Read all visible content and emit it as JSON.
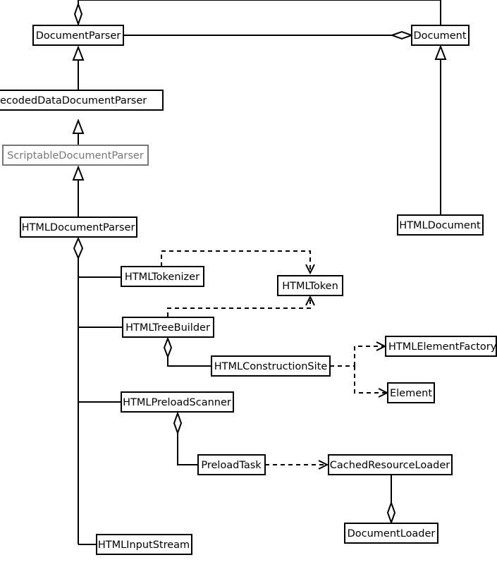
{
  "classes": {
    "document_parser": "DocumentParser",
    "document": "Document",
    "decoded_data_document_parser": "ecodedDataDocumentParser",
    "scriptable_document_parser": "ScriptableDocumentParser",
    "html_document_parser": "HTMLDocumentParser",
    "html_document": "HTMLDocument",
    "html_tokenizer": "HTMLTokenizer",
    "html_token": "HTMLToken",
    "html_tree_builder": "HTMLTreeBuilder",
    "html_construction_site": "HTMLConstructionSite",
    "html_element_factory": "HTMLElementFactory",
    "element": "Element",
    "html_preload_scanner": "HTMLPreloadScanner",
    "preload_task": "PreloadTask",
    "cached_resource_loader": "CachedResourceLoader",
    "document_loader": "DocumentLoader",
    "html_input_stream": "HTMLInputStream"
  },
  "colors": {
    "line": "#000000",
    "deemphasized": "#777777",
    "background": "#ffffff"
  }
}
